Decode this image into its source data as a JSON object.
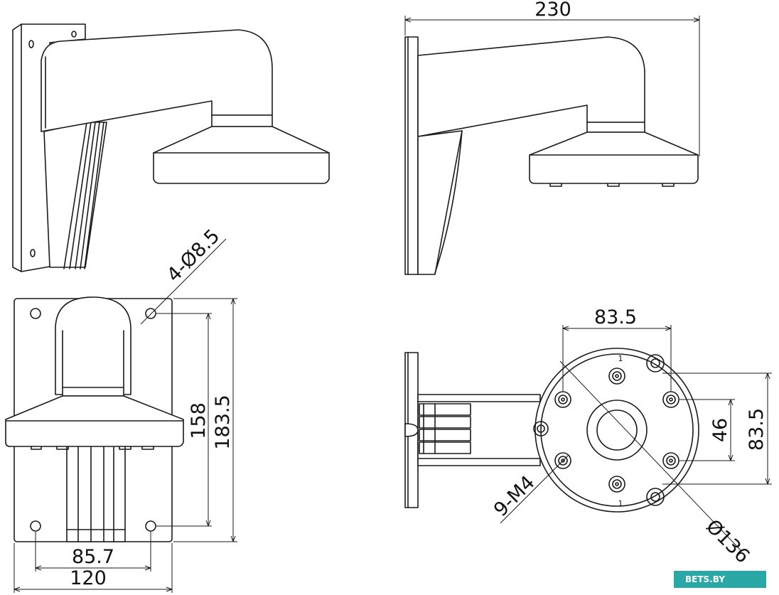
{
  "dimensions": {
    "width_overall": "230",
    "hole_pattern": "4-Ø8.5",
    "plate_hole_spacing_v": "158",
    "plate_height": "183.5",
    "plate_hole_spacing_h": "85.7",
    "plate_width": "120",
    "junction_spacing_h": "83.5",
    "junction_spacing_v": "83.5",
    "inner_hole_spacing": "46",
    "screw_holes": "9-M4",
    "base_diameter": "Ø136"
  },
  "marks": {
    "hole_label": "1"
  },
  "watermark": {
    "text": "BETS.BY",
    "color": "#2aa7a7"
  }
}
